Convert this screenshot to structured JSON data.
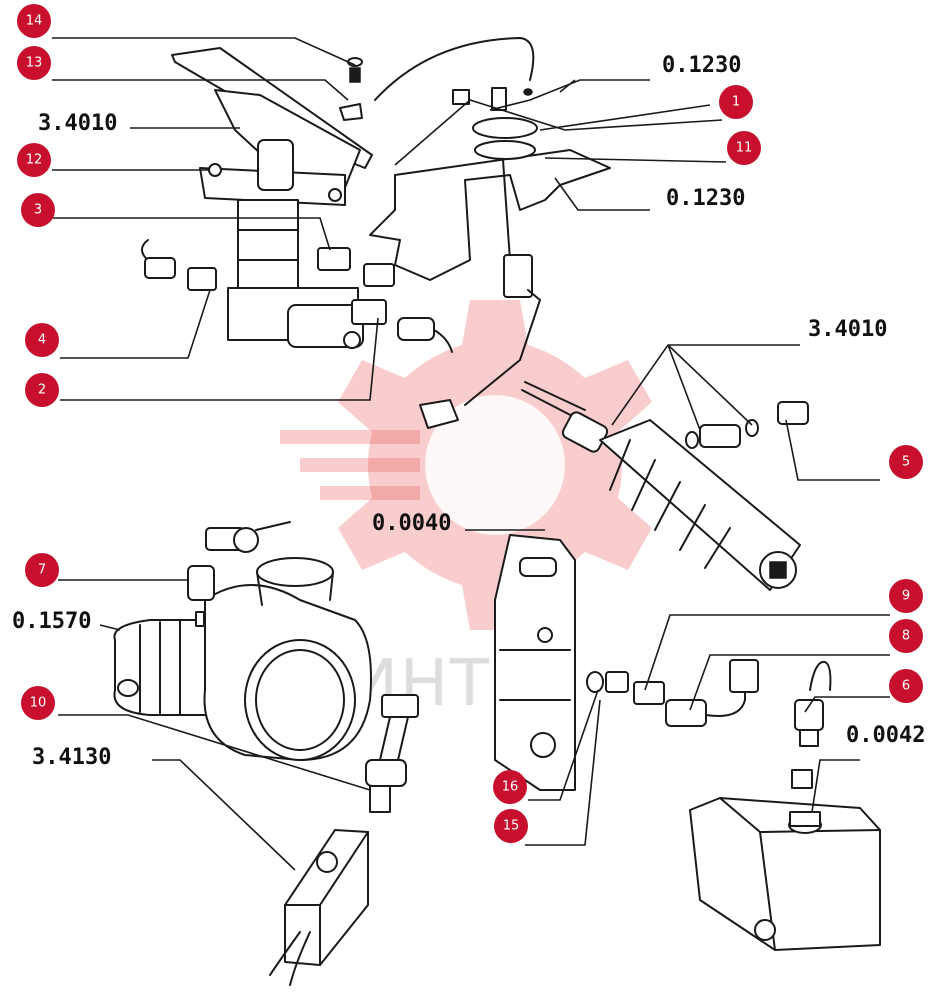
{
  "colors": {
    "badge": "#c8102e",
    "ink": "#1a1a1a",
    "watermark": "#e84a4a"
  },
  "watermark": {
    "text": "ИНТЕХ"
  },
  "codes": [
    "3.4010",
    "0.1230",
    "0.1230",
    "3.4010",
    "0.0040",
    "0.1570",
    "3.4130",
    "0.0042"
  ],
  "callouts": [
    "1",
    "2",
    "3",
    "4",
    "5",
    "6",
    "7",
    "8",
    "9",
    "10",
    "11",
    "12",
    "13",
    "14",
    "15",
    "16"
  ]
}
